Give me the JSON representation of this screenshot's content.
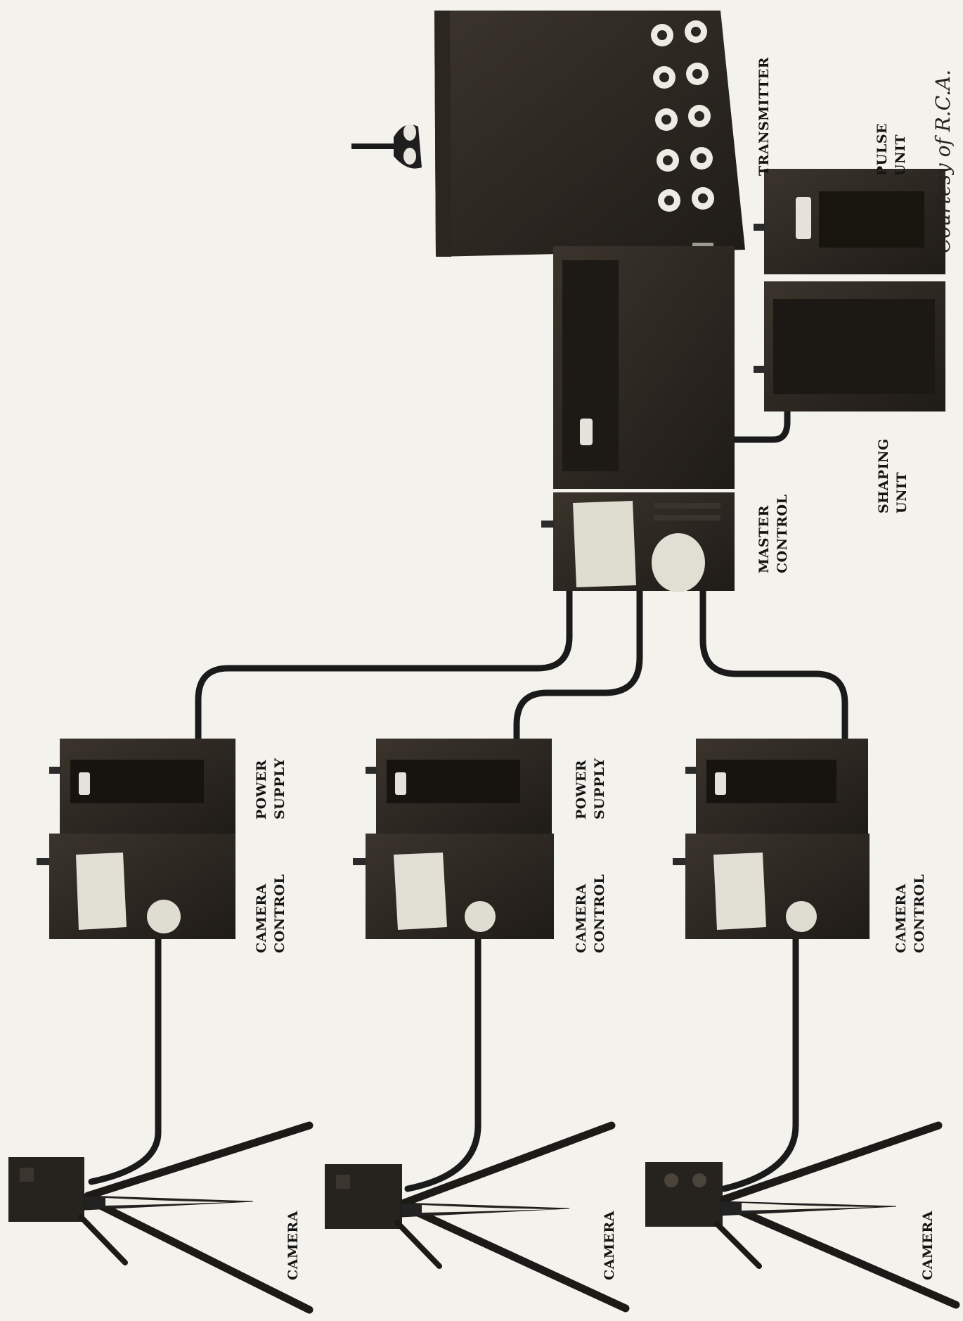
{
  "labels": {
    "transmitter": "TRANSMITTER",
    "pulse_unit": [
      "PULSE",
      "UNIT"
    ],
    "shaping_unit": [
      "SHAPING",
      "UNIT"
    ],
    "master_control": [
      "MASTER",
      "CONTROL"
    ],
    "power_supply": [
      "POWER",
      "SUPPLY"
    ],
    "camera_control": [
      "CAMERA",
      "CONTROL"
    ],
    "camera": "CAMERA"
  },
  "credit": "Courtesy of R.C.A."
}
